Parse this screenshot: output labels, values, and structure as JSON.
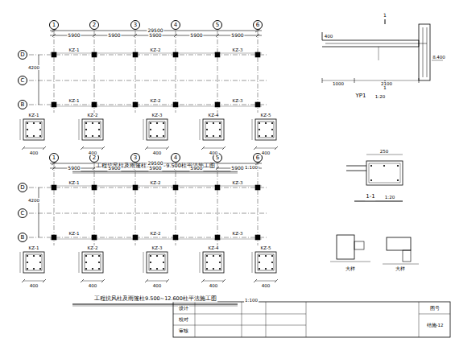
{
  "diagram": {
    "nodes": [
      {
        "text": [
          "1"
        ]
      },
      {
        "text": [
          "2"
        ]
      },
      {
        "text": [
          "3"
        ]
      },
      {
        "text": [
          "4"
        ]
      },
      {
        "text": [
          "5"
        ]
      },
      {
        "text": [
          "6"
        ]
      },
      {
        "text": [
          "D"
        ]
      },
      {
        "text": [
          "C"
        ]
      },
      {
        "text": [
          "B"
        ]
      },
      {
        "text": [
          "1"
        ]
      },
      {
        "text": [
          "2"
        ]
      },
      {
        "text": [
          "3"
        ]
      },
      {
        "text": [
          "4"
        ]
      },
      {
        "text": [
          "5"
        ]
      },
      {
        "text": [
          "6"
        ]
      },
      {
        "text": [
          "D"
        ]
      },
      {
        "text": [
          "C"
        ]
      },
      {
        "text": [
          "B"
        ]
      }
    ],
    "labels": [
      "29500",
      "5900",
      "5900",
      "5900",
      "5900",
      "5900",
      "4200",
      "KZ-1",
      "KZ-2",
      "KZ-3",
      "KZ-1",
      "KZ-2",
      "KZ-3",
      "KZ-1",
      "KZ-2",
      "KZ-3",
      "KZ-4",
      "KZ-5",
      "400",
      "400",
      "400",
      "400",
      "400",
      "工程抗风柱及雨篷柱7.550~9.500柱平法施工图",
      "1:100",
      "29500",
      "5900",
      "5900",
      "5900",
      "5900",
      "5900",
      "4200",
      "KZ-1",
      "KZ-2",
      "KZ-3",
      "KZ-1",
      "KZ-2",
      "KZ-3",
      "KZ-1",
      "KZ-2",
      "KZ-3",
      "KZ-4",
      "KZ-5",
      "400",
      "400",
      "400",
      "400",
      "400",
      "工程抗风柱及雨篷柱9.500~12.600柱平法施工图",
      "1:100",
      "1",
      "1",
      "400",
      "8.400",
      "1000",
      "2100",
      "YP1",
      "1:20",
      "250",
      "1-1",
      "1:20",
      "大样",
      "大样",
      "设计",
      "校对",
      "审核",
      "图号",
      "结施-12"
    ]
  }
}
